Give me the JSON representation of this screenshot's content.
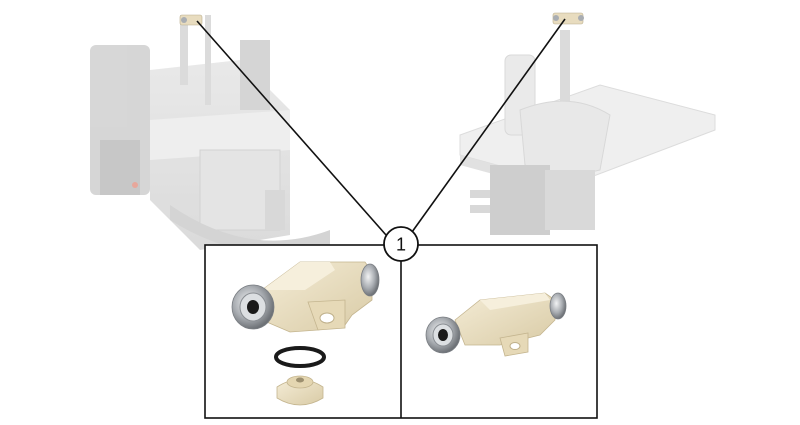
{
  "callout": {
    "number": "1"
  },
  "colors": {
    "background": "#ffffff",
    "ghost_machine": "#d6d6d6",
    "fitting_body": "#eadfc3",
    "fitting_shadow": "#cfc2a1",
    "chrome": "#b9bcc0",
    "oring": "#1a1a1a",
    "frame_line": "#111111"
  },
  "icons": [
    "callout-number-badge",
    "leader-line",
    "fitting-exploded-view",
    "fitting-assembled-view",
    "machine-left-ghost",
    "machine-right-ghost"
  ]
}
